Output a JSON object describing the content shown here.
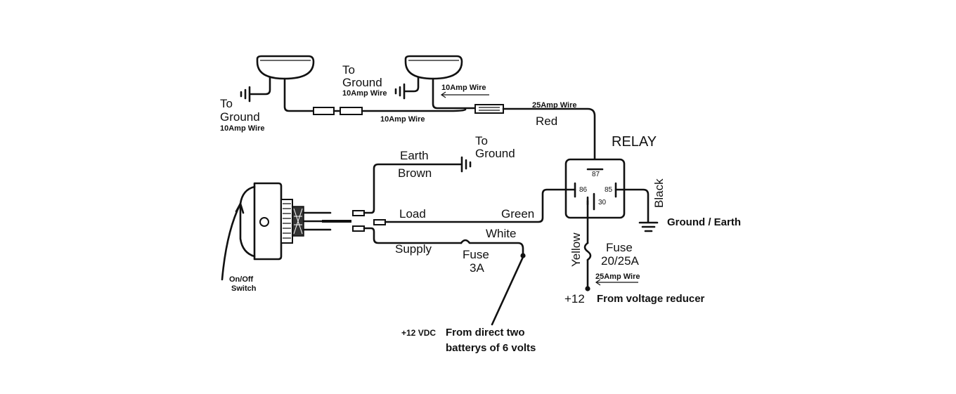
{
  "colors": {
    "ink": "#111111",
    "background": "#ffffff"
  },
  "lamps": {
    "left_to": "To",
    "left_ground": "Ground",
    "left_wire": "10Amp Wire",
    "mid_to": "To",
    "mid_ground": "Ground",
    "mid_wire": "10Amp Wire",
    "feed_wire": "10Amp Wire",
    "link_wire": "10Amp Wire"
  },
  "main_feed": {
    "rating": "25Amp Wire",
    "color": "Red"
  },
  "relay": {
    "title": "RELAY",
    "pins": {
      "p87": "87",
      "p86": "86",
      "p85": "85",
      "p30": "30"
    },
    "ground_wire_color": "Black",
    "ground_label": "Ground / Earth"
  },
  "switch_wiring": {
    "earth": "Earth",
    "earth_color": "Brown",
    "to_ground_to": "To",
    "to_ground_ground": "Ground",
    "load": "Load",
    "load_color": "Green",
    "white": "White",
    "supply": "Supply",
    "fuse_label": "Fuse",
    "fuse_rating": "3A"
  },
  "switch": {
    "label_line1": "On/Off",
    "label_line2": "Switch"
  },
  "supply_relay": {
    "wire_color": "Yellow",
    "fuse_label": "Fuse",
    "fuse_rating": "20/25A",
    "wire_rating": "25Amp Wire",
    "voltage": "+12",
    "source": "From voltage reducer"
  },
  "battery_note": {
    "voltage": "+12 VDC",
    "line1": "From direct two",
    "line2": "batterys of 6 volts"
  }
}
